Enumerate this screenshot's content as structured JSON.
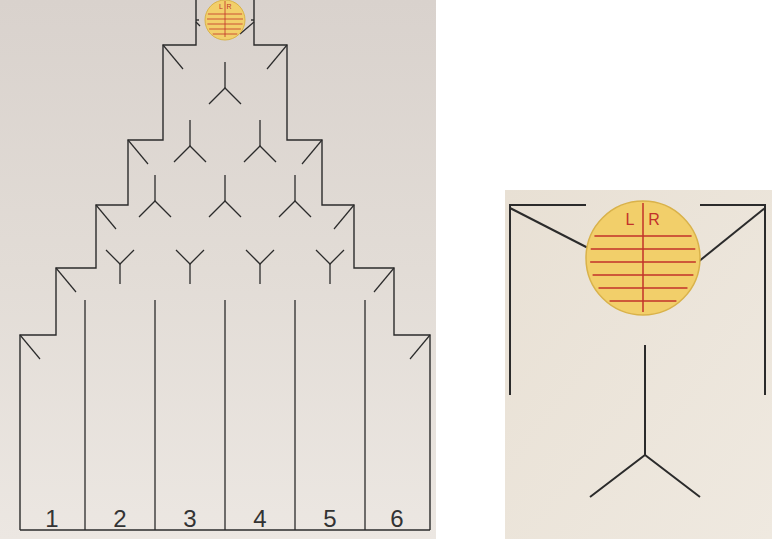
{
  "diagram": {
    "labels": [
      "L",
      "R",
      "L",
      "R",
      "1",
      "2",
      "3",
      "4",
      "5",
      "6"
    ]
  }
}
